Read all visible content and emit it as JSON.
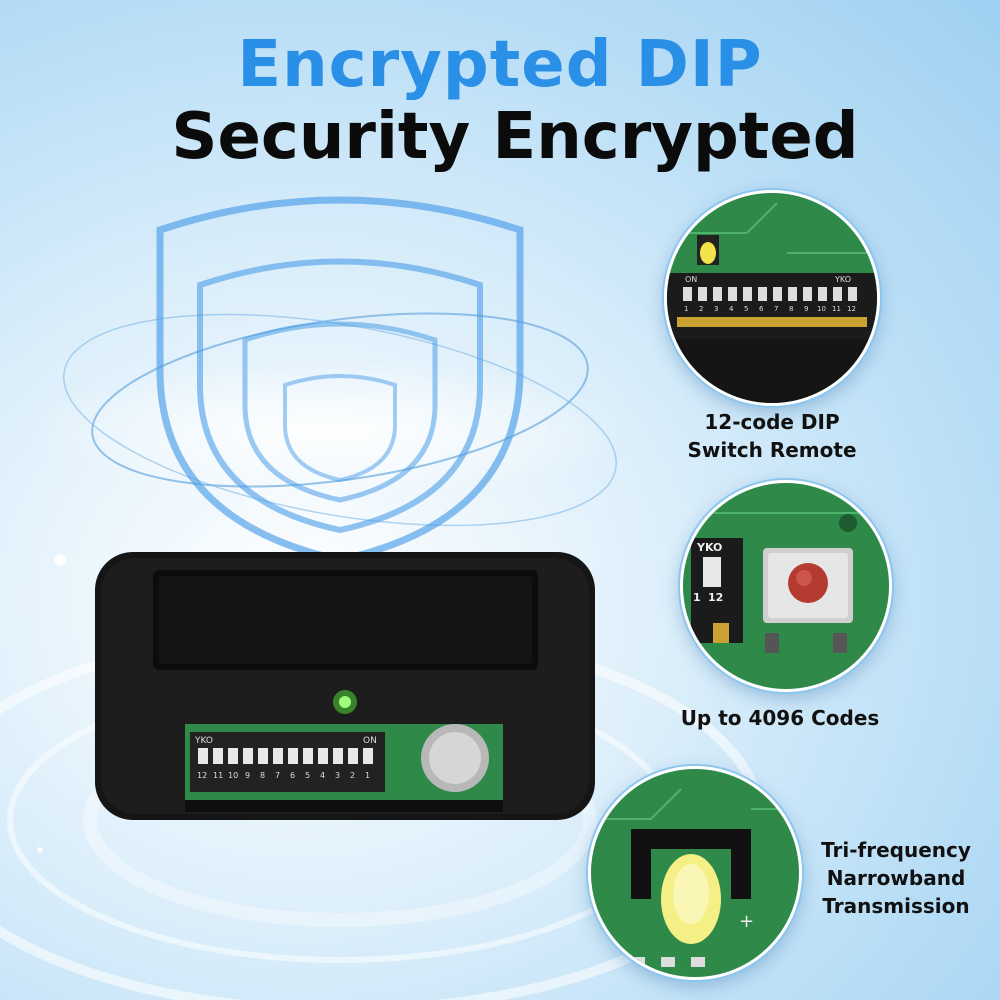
{
  "headline": {
    "line1": "Encrypted DIP",
    "line2": "Security Encrypted",
    "line1_color": "#2a8fe6",
    "line2_color": "#0b0b0b"
  },
  "features": [
    {
      "caption_line1": "12-code DIP",
      "caption_line2": "Switch Remote",
      "icon": "dip-switch-closeup"
    },
    {
      "caption_line1": "Up to 4096 Codes",
      "caption_line2": "",
      "icon": "learn-button-closeup"
    },
    {
      "caption_line1": "Tri-frequency",
      "caption_line2": "Narrowband",
      "caption_line3": "Transmission",
      "icon": "led-closeup"
    }
  ],
  "device": {
    "dip_label_left": "YKO",
    "dip_label_right": "ON",
    "dip_numbers": [
      "12",
      "11",
      "10",
      "9",
      "8",
      "7",
      "6",
      "5",
      "4",
      "3",
      "2",
      "1"
    ],
    "led_color": "#5cff3a"
  },
  "closeup_dip": {
    "label_left": "ON",
    "label_right": "YKO",
    "numbers": [
      "1",
      "2",
      "3",
      "4",
      "5",
      "6",
      "7",
      "8",
      "9",
      "10",
      "11",
      "12"
    ]
  },
  "closeup_button": {
    "dip_label": "YKO",
    "numbers": [
      "1",
      "12"
    ]
  },
  "accent_colors": {
    "pcb": "#2f8a4a",
    "shield": "#4a9ce8",
    "background": "#b9def6"
  }
}
